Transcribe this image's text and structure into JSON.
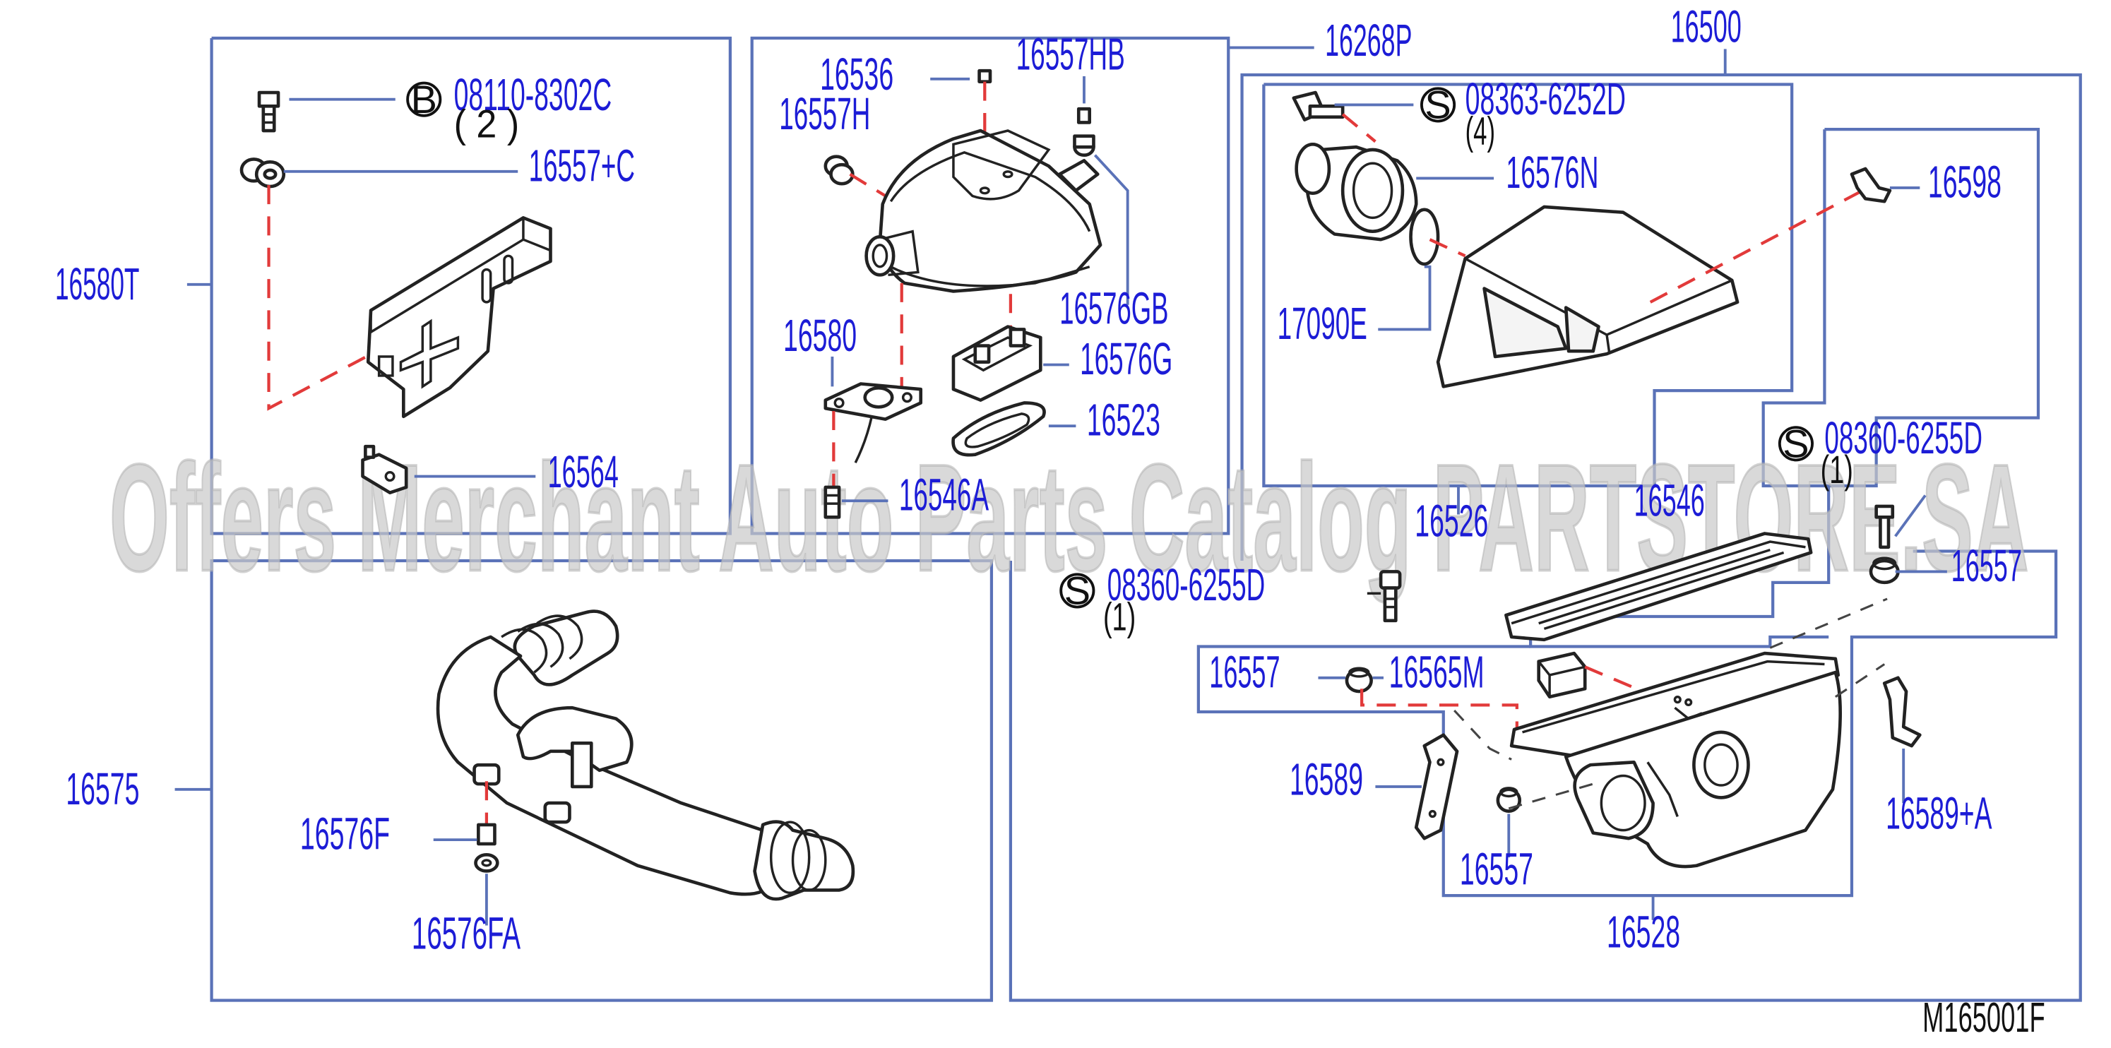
{
  "diagram": {
    "labels": {
      "p16580T": "16580T",
      "p16575": "16575",
      "p16268P": "16268P",
      "p16500": "16500",
      "bolt_B": "08110-8302C",
      "bolt_B_qty": "( 2 )",
      "p16557C": "16557+C",
      "p16564": "16564",
      "p16536": "16536",
      "p16557HB": "16557HB",
      "p16557H": "16557H",
      "p16576GB": "16576GB",
      "p16580": "16580",
      "p16576G": "16576G",
      "p16523": "16523",
      "p16546A": "16546A",
      "screw_S1": "08363-6252D",
      "screw_S1_qty": "(4)",
      "p16576N": "16576N",
      "p17090E": "17090E",
      "p16598": "16598",
      "screw_S2": "08360-6255D",
      "screw_S2_qty": "(1)",
      "p16526": "16526",
      "p16546": "16546",
      "screw_S3": "08360-6255D",
      "screw_S3_qty": "(1)",
      "p16557_a": "16557",
      "p16557_b": "16557",
      "p16565M": "16565M",
      "p16589": "16589",
      "p16557_c": "16557",
      "p16589A": "16589+A",
      "p16528": "16528",
      "p16576F": "16576F",
      "p16576FA": "16576FA"
    },
    "symbols": {
      "bolt": "B",
      "screw": "S"
    },
    "reference_code": "M165001F",
    "watermark": "Offers Merchant Auto Parts Catalog PARTSTORE.SA",
    "colors": {
      "label": "#1c1cd6",
      "frame": "#5a72b8",
      "phantom_line": "#e23a3a"
    }
  }
}
